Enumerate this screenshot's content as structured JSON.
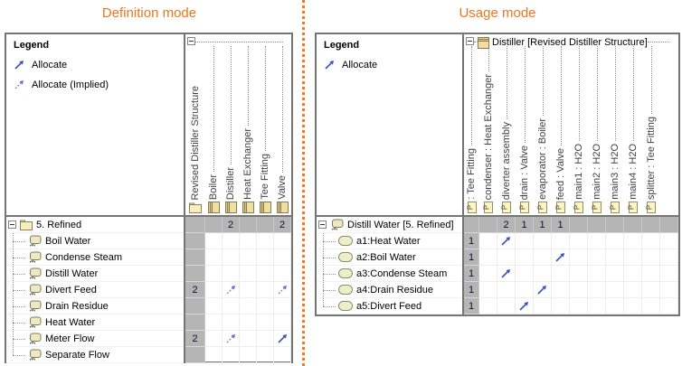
{
  "left_title": "Definition mode",
  "right_title": "Usage mode",
  "colors": {
    "accent_orange": "#EE751D",
    "arrow_solid": "#3A50C2",
    "arrow_implied": "#5F71CD",
    "gray_cell": "#B5B5B5",
    "panel_border": "#757575",
    "icon_beige": "#F3E8B8"
  },
  "definition": {
    "legend": {
      "title": "Legend",
      "items": [
        {
          "label": "Allocate",
          "arrow": "arrow"
        },
        {
          "label": "Allocate (Implied)",
          "arrow": "arrow-implied"
        }
      ]
    },
    "columns": [
      {
        "label": "Revised Distiller Structure",
        "icon": "folder-icon"
      },
      {
        "label": "Boiler",
        "icon": "block-icon"
      },
      {
        "label": "Distiller",
        "icon": "block-icon"
      },
      {
        "label": "Heat Exchanger",
        "icon": "block-icon"
      },
      {
        "label": "Tee Fitting",
        "icon": "block-icon"
      },
      {
        "label": "Valve",
        "icon": "block-icon"
      }
    ],
    "rows": [
      {
        "label": "5. Refined",
        "icon": "folder-icon",
        "group": true,
        "cells": [
          "",
          "",
          "2",
          "",
          "",
          "2"
        ]
      },
      {
        "label": "Boil Water",
        "icon": "activity-icon",
        "cells": [
          "",
          "",
          "",
          "",
          "",
          ""
        ]
      },
      {
        "label": "Condense Steam",
        "icon": "activity-icon",
        "cells": [
          "",
          "",
          "",
          "",
          "",
          ""
        ]
      },
      {
        "label": "Distill Water",
        "icon": "activity-icon",
        "cells": [
          "",
          "",
          "",
          "",
          "",
          ""
        ]
      },
      {
        "label": "Divert Feed",
        "icon": "activity-icon",
        "cells": [
          "2",
          "",
          "arrow-implied",
          "",
          "",
          "arrow-implied"
        ]
      },
      {
        "label": "Drain Residue",
        "icon": "activity-icon",
        "cells": [
          "",
          "",
          "",
          "",
          "",
          ""
        ]
      },
      {
        "label": "Heat Water",
        "icon": "activity-icon",
        "cells": [
          "",
          "",
          "",
          "",
          "",
          ""
        ]
      },
      {
        "label": "Meter Flow",
        "icon": "activity-icon",
        "cells": [
          "2",
          "",
          "arrow-implied",
          "",
          "",
          "arrow"
        ]
      },
      {
        "label": "Separate Flow",
        "icon": "activity-icon",
        "cells": [
          "",
          "",
          "",
          "",
          "",
          ""
        ]
      }
    ]
  },
  "usage": {
    "legend": {
      "title": "Legend",
      "items": [
        {
          "label": "Allocate",
          "arrow": "arrow"
        }
      ]
    },
    "header_title": {
      "label": "Distiller [Revised Distiller Structure]",
      "icon": "block-h-icon"
    },
    "columns": [
      {
        "label": ": Tee Fitting",
        "icon": "part-icon"
      },
      {
        "label": "condenser : Heat Exchanger",
        "icon": "part-icon"
      },
      {
        "label": "diverter assembly",
        "icon": "part-icon"
      },
      {
        "label": "drain : Valve",
        "icon": "part-icon"
      },
      {
        "label": "evaporator : Boiler",
        "icon": "part-icon"
      },
      {
        "label": "feed : Valve",
        "icon": "part-icon"
      },
      {
        "label": "main1 : H2O",
        "icon": "part-icon"
      },
      {
        "label": "main2 : H2O",
        "icon": "part-icon"
      },
      {
        "label": "main3 : H2O",
        "icon": "part-icon"
      },
      {
        "label": "main4 : H2O",
        "icon": "part-icon"
      },
      {
        "label": "splitter : Tee Fitting",
        "icon": "part-icon"
      }
    ],
    "rows": [
      {
        "label": "Distill Water [5. Refined]",
        "icon": "activity-icon",
        "group": true,
        "cells": [
          "",
          "",
          "2",
          "1",
          "1",
          "1",
          "",
          "",
          "",
          "",
          "",
          ""
        ]
      },
      {
        "label": "a1:Heat Water",
        "icon": "action-icon",
        "cells": [
          "1",
          "",
          "arrow",
          "",
          "",
          "",
          "",
          "",
          "",
          "",
          "",
          ""
        ]
      },
      {
        "label": "a2:Boil Water",
        "icon": "action-icon",
        "cells": [
          "1",
          "",
          "",
          "",
          "",
          "arrow",
          "",
          "",
          "",
          "",
          "",
          ""
        ]
      },
      {
        "label": "a3:Condense Steam",
        "icon": "action-icon",
        "cells": [
          "1",
          "",
          "arrow",
          "",
          "",
          "",
          "",
          "",
          "",
          "",
          "",
          ""
        ]
      },
      {
        "label": "a4:Drain Residue",
        "icon": "action-icon",
        "cells": [
          "1",
          "",
          "",
          "",
          "arrow",
          "",
          "",
          "",
          "",
          "",
          "",
          ""
        ]
      },
      {
        "label": "a5:Divert Feed",
        "icon": "action-icon",
        "cells": [
          "1",
          "",
          "",
          "arrow",
          "",
          "",
          "",
          "",
          "",
          "",
          "",
          ""
        ]
      }
    ]
  }
}
